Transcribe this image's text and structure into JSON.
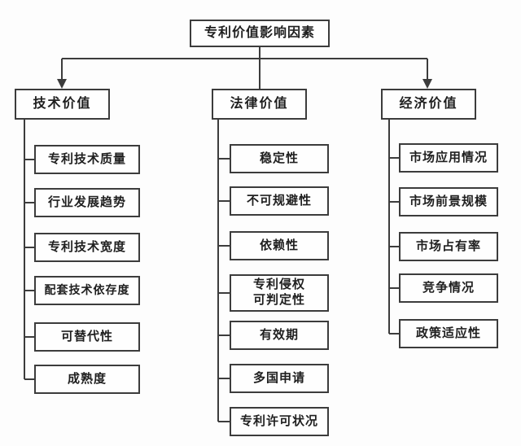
{
  "diagram": {
    "root_label": "专利价值影响因素",
    "branches": [
      {
        "label": "技术价值",
        "children": [
          "专利技术质量",
          "行业发展趋势",
          "专利技术宽度",
          "配套技术依存度",
          "可替代性",
          "成熟度"
        ]
      },
      {
        "label": "法律价值",
        "children": [
          "稳定性",
          "不可规避性",
          "依赖性",
          "专利侵权\n可判定性",
          "有效期",
          "多国申请",
          "专利许可状况"
        ]
      },
      {
        "label": "经济价值",
        "children": [
          "市场应用情况",
          "市场前景规模",
          "市场占有率",
          "竞争情况",
          "政策适应性"
        ]
      }
    ],
    "colors": {
      "line": "#3c3c3c",
      "box_border": "#3c3c3c",
      "box_background": "#fefefe",
      "text": "#1f1f1f",
      "page_background": "#fdfdfd"
    }
  }
}
